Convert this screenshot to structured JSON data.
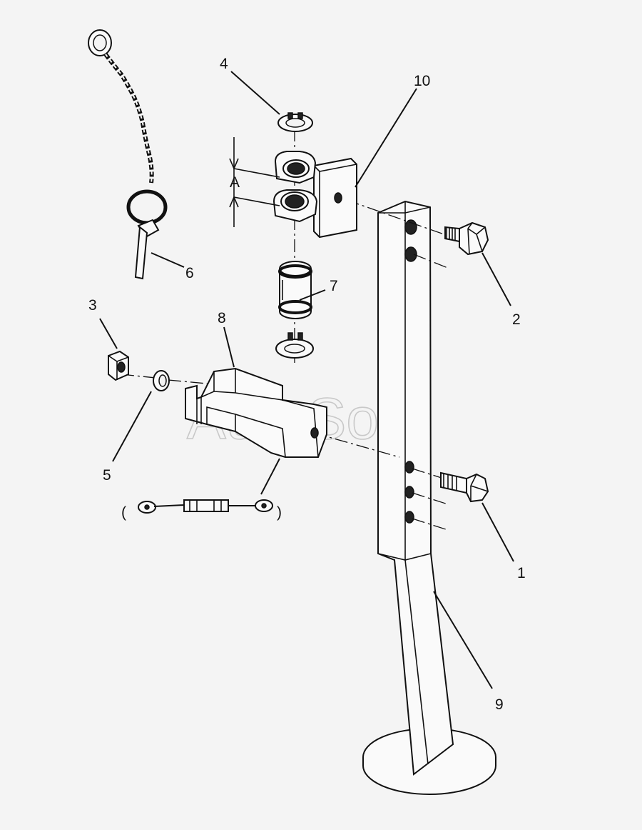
{
  "diagram": {
    "watermark": "AutoSoft",
    "dimension_label": "A",
    "paren_open": "(",
    "paren_close": ")",
    "callouts": [
      {
        "id": "c1",
        "label": "1"
      },
      {
        "id": "c2",
        "label": "2"
      },
      {
        "id": "c3",
        "label": "3"
      },
      {
        "id": "c4",
        "label": "4"
      },
      {
        "id": "c5",
        "label": "5"
      },
      {
        "id": "c6",
        "label": "6"
      },
      {
        "id": "c7",
        "label": "7"
      },
      {
        "id": "c8",
        "label": "8"
      },
      {
        "id": "c9",
        "label": "9"
      },
      {
        "id": "c10",
        "label": "10"
      }
    ]
  }
}
